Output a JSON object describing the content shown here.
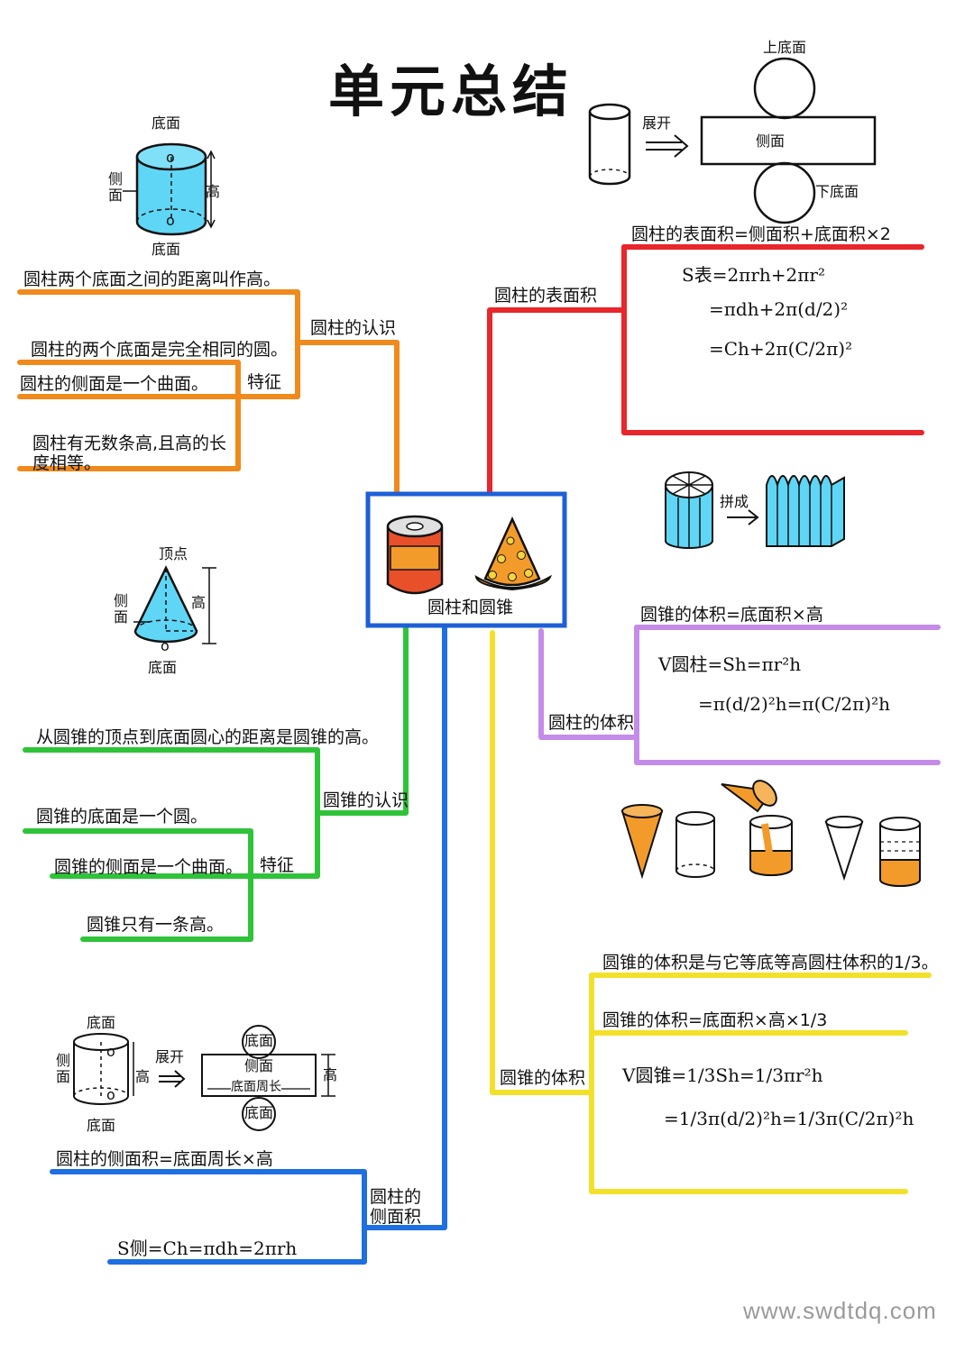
{
  "title": "单元总结",
  "center": {
    "label": "圆柱和圆锥"
  },
  "colors": {
    "orange": "#f08a1c",
    "red": "#e8262b",
    "green": "#2fc33a",
    "blue": "#1e6fe0",
    "purple": "#c48ce8",
    "yellow": "#f2e02a",
    "center_box": "#1f5fd6",
    "cyl_fill": "#5fd6f5",
    "cone_fill": "#f39b2a"
  },
  "cylinder_recognition": {
    "branch": "圆柱的认识",
    "height_def": "圆柱两个底面之间的距离叫作高。",
    "feature_label": "特征",
    "features": [
      "圆柱的两个底面是完全相同的圆。",
      "圆柱的侧面是一个曲面。",
      "圆柱有无数条高,且高的长度相等。"
    ],
    "diagram": {
      "top": "底面",
      "side": "侧面",
      "height": "高",
      "bottom": "底面",
      "center_top": "o",
      "center_bottom": "o"
    }
  },
  "cone_recognition": {
    "branch": "圆锥的认识",
    "height_def": "从圆锥的顶点到底面圆心的距离是圆锥的高。",
    "feature_label": "特征",
    "features": [
      "圆锥的底面是一个圆。",
      "圆锥的侧面是一个曲面。",
      "圆锥只有一条高。"
    ],
    "diagram": {
      "apex": "顶点",
      "side": "侧面",
      "height": "高",
      "bottom": "底面",
      "center": "o"
    }
  },
  "cylinder_lateral": {
    "branch": "圆柱的侧面积",
    "formula_text": "圆柱的侧面积=底面周长×高",
    "formula": "S侧=Ch=πdh=2πrh",
    "diagram": {
      "top": "底面",
      "side": "侧面",
      "height": "高",
      "bottom": "底面",
      "unfold": "展开",
      "net_top": "底面",
      "net_side": "侧面",
      "net_perimeter": "底面周长",
      "net_height": "高",
      "net_bottom": "底面",
      "center_top": "o",
      "center_bottom": "o"
    }
  },
  "cylinder_surface": {
    "branch": "圆柱的表面积",
    "formula_text": "圆柱的表面积=侧面积+底面积×2",
    "formulas": [
      "S表=2πrh+2πr²",
      "=πdh+2π(d/2)²",
      "=Ch+2π(C/2π)²"
    ],
    "diagram": {
      "unfold": "展开",
      "top": "上底面",
      "side": "侧面",
      "bottom": "下底面"
    }
  },
  "cylinder_volume": {
    "branch": "圆柱的体积",
    "formula_text": "圆锥的体积=底面积×高",
    "formulas": [
      "V圆柱=Sh=πr²h",
      "=π(d/2)²h=π(C/2π)²h"
    ],
    "diagram": {
      "arrange": "拼成"
    }
  },
  "cone_volume": {
    "branch": "圆锥的体积",
    "relation": "圆锥的体积是与它等底等高圆柱体积的1/3。",
    "formula_text": "圆锥的体积=底面积×高×1/3",
    "formulas": [
      "V圆锥=1/3Sh=1/3πr²h",
      "=1/3π(d/2)²h=1/3π(C/2π)²h"
    ]
  },
  "footer": "www.swdtdq.com"
}
